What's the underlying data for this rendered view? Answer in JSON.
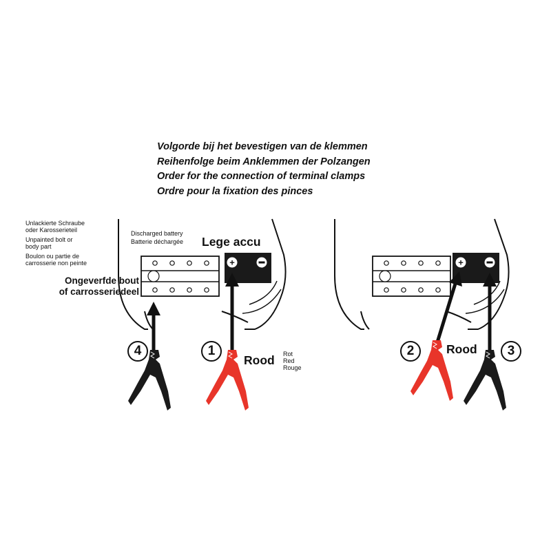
{
  "title_lines": [
    "Volgorde bij het bevestigen van de klemmen",
    "Reihenfolge beim Anklemmen der Polzangen",
    "Order for the connection of terminal clamps",
    "Ordre pour la fixation des pinces"
  ],
  "left_panel": {
    "bolt_note_lines": [
      "Unlackierte Schraube",
      "oder Karosserieteil",
      "Unpainted bolt or",
      "body part",
      "Boulon ou partie de",
      "carrosserie non peinte"
    ],
    "bolt_label_lines": [
      "Ongeverfde bout",
      "of carrosseriedeel"
    ],
    "battery_note_lines": [
      "Discharged battery",
      "Batterie déchargée"
    ],
    "battery_label": "Lege accu",
    "step_4": "4",
    "step_1": "1",
    "red_label": "Rood",
    "red_translations": [
      "Rot",
      "Red",
      "Rouge"
    ]
  },
  "right_panel": {
    "step_2": "2",
    "step_3": "3",
    "red_label": "Rood"
  },
  "colors": {
    "ink": "#111111",
    "red_clamp": "#e8352a",
    "black_clamp": "#1a1a1a",
    "terminal_box": "#1a1a1a",
    "background": "#ffffff"
  },
  "icons": [
    "car-front-outline",
    "battery-icon",
    "positive-terminal-icon",
    "negative-terminal-icon",
    "red-clamp-icon",
    "black-clamp-icon",
    "arrow-icon"
  ]
}
